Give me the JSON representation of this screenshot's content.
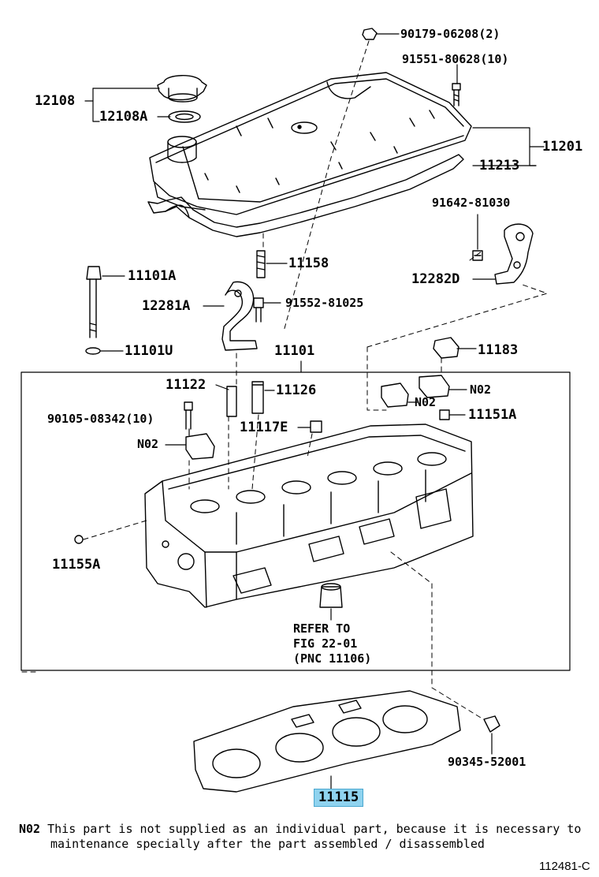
{
  "parts": {
    "p90179": "90179-06208(2)",
    "p91551": "91551-80628(10)",
    "p12108": "12108",
    "p12108A": "12108A",
    "p11201": "11201",
    "p11213": "11213",
    "p91642": "91642-81030",
    "p11158": "11158",
    "p12282D": "12282D",
    "p11101A": "11101A",
    "p12281A": "12281A",
    "p91552": "91552-81025",
    "p11101U": "11101U",
    "p11101": "11101",
    "p11183": "11183",
    "p11122": "11122",
    "p11126": "11126",
    "pN02a": "N02",
    "pN02b": "N02",
    "pN02c": "N02",
    "p90105": "90105-08342(10)",
    "p11151A": "11151A",
    "p11117E": "11117E",
    "p11155A": "11155A",
    "p90345": "90345-52001",
    "p11115": "11115"
  },
  "reference": {
    "line1": "REFER TO",
    "line2": "FIG 22-01",
    "line3": "(PNC 11106)"
  },
  "note": {
    "code": "N02",
    "line1": "This part is not supplied as an individual part, because it is necessary to",
    "line2": "maintenance specially after the part assembled / disassembled"
  },
  "figure_number": "112481-C",
  "highlight_color": "#8fd3ef"
}
